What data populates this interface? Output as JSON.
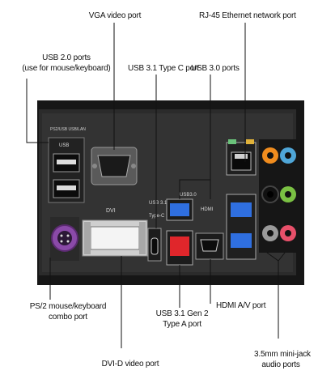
{
  "labels": {
    "vga": "VGA video port",
    "rj45": "RJ-45 Ethernet network port",
    "usb20_line1": "USB 2.0 ports",
    "usb20_line2": "(use for mouse/keyboard)",
    "usb31c": "USB 3.1 Type C port",
    "usb30": "USB 3.0 ports",
    "ps2_line1": "PS/2 mouse/keyboard",
    "ps2_line2": "combo port",
    "usb31a_line1": "USB 3.1 Gen 2",
    "usb31a_line2": "Type A port",
    "hdmi": "HDMI A/V port",
    "dvi": "DVI-D video port",
    "audio_line1": "3.5mm mini-jack",
    "audio_line2": "audio ports"
  },
  "panel_text": {
    "usb": "USB",
    "dvi": "DVI",
    "hdmi": "HDMI",
    "usb30": "USB3.0",
    "usb31": "USB 3.1",
    "typec": "Type-C",
    "top": "PS2/USB  USB/LAN"
  },
  "colors": {
    "panel": "#1b1b1b",
    "usb3_blue": "#2f6fe0",
    "usb31_red": "#e0262b",
    "ps2_purple": "#8a4aa8",
    "audio_orange": "#f08c1e",
    "audio_blue": "#4fa6d8",
    "audio_green": "#7ac043",
    "audio_pink": "#e8506a",
    "audio_gray": "#9a9a9a",
    "audio_black": "#111111"
  }
}
